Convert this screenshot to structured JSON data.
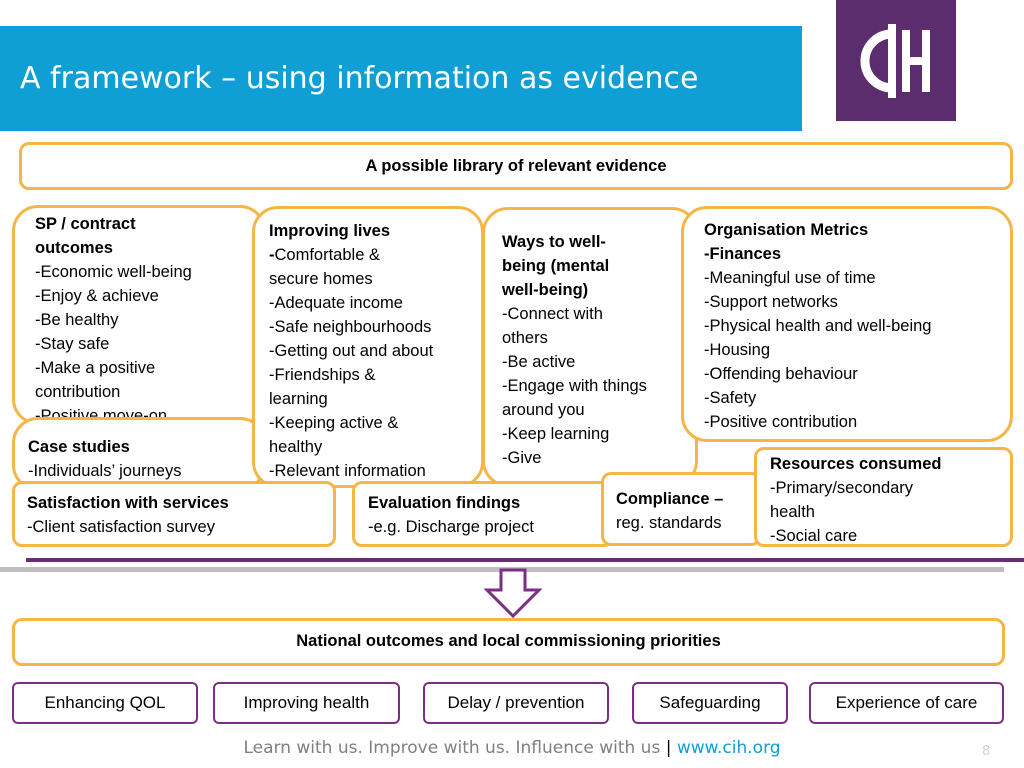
{
  "header": {
    "title": "A framework – using information as evidence",
    "logo_text": "CIH",
    "title_bg": "#0f9fd4",
    "logo_bg": "#5c2d6e"
  },
  "library": {
    "title": "A possible library of relevant evidence"
  },
  "boxes": {
    "sp": {
      "title_1": "SP / contract",
      "title_2": "outcomes",
      "items": [
        "-Economic well-being",
        "-Enjoy & achieve",
        "-Be healthy",
        "-Stay safe",
        "-Make a positive",
        "contribution",
        "-Positive move-on"
      ]
    },
    "lives": {
      "title": "Improving lives",
      "dash": "-",
      "items_first": "Comfortable &",
      "items": [
        "secure homes",
        "-Adequate income",
        "-Safe neighbourhoods",
        "-Getting out and about",
        "-Friendships &",
        "learning",
        "-Keeping active &",
        "healthy",
        "-Relevant information"
      ]
    },
    "ways": {
      "title_1": "Ways to well-",
      "title_2": "being (mental",
      "title_3": "well-being)",
      "items": [
        "-Connect with",
        "others",
        "-Be active",
        "-Engage with things",
        "around you",
        "-Keep learning",
        "-Give"
      ]
    },
    "org": {
      "title_1": "Organisation Metrics",
      "title_2": "-Finances",
      "items": [
        "-Meaningful use of time",
        "-Support networks",
        "-Physical health and well-being",
        "-Housing",
        "-Offending behaviour",
        "-Safety",
        "-Positive contribution"
      ]
    },
    "case": {
      "title": "Case studies",
      "items": [
        "-Individuals’ journeys"
      ]
    },
    "satisfaction": {
      "title": "Satisfaction with services",
      "items": [
        "-Client satisfaction survey"
      ]
    },
    "evaluation": {
      "title": "Evaluation findings",
      "items": [
        "-e.g. Discharge project"
      ]
    },
    "compliance": {
      "title": "Compliance –",
      "items": [
        "reg. standards"
      ]
    },
    "resources": {
      "title": "Resources consumed",
      "items": [
        "-Primary/secondary",
        "health",
        "-Social care"
      ]
    }
  },
  "national": {
    "title": "National outcomes and local commissioning priorities"
  },
  "outcomes": [
    "Enhancing QOL",
    "Improving health",
    "Delay / prevention",
    "Safeguarding",
    "Experience of care"
  ],
  "footer": {
    "tagline": "Learn with us. Improve with us. Influence with us",
    "separator": "|",
    "link": "www.cih.org",
    "page": "8"
  },
  "colors": {
    "box_border": "#f5b547",
    "outcome_border": "#7b2f84",
    "rule_purple": "#6b2a7a",
    "rule_grey": "#bfbfbf"
  }
}
